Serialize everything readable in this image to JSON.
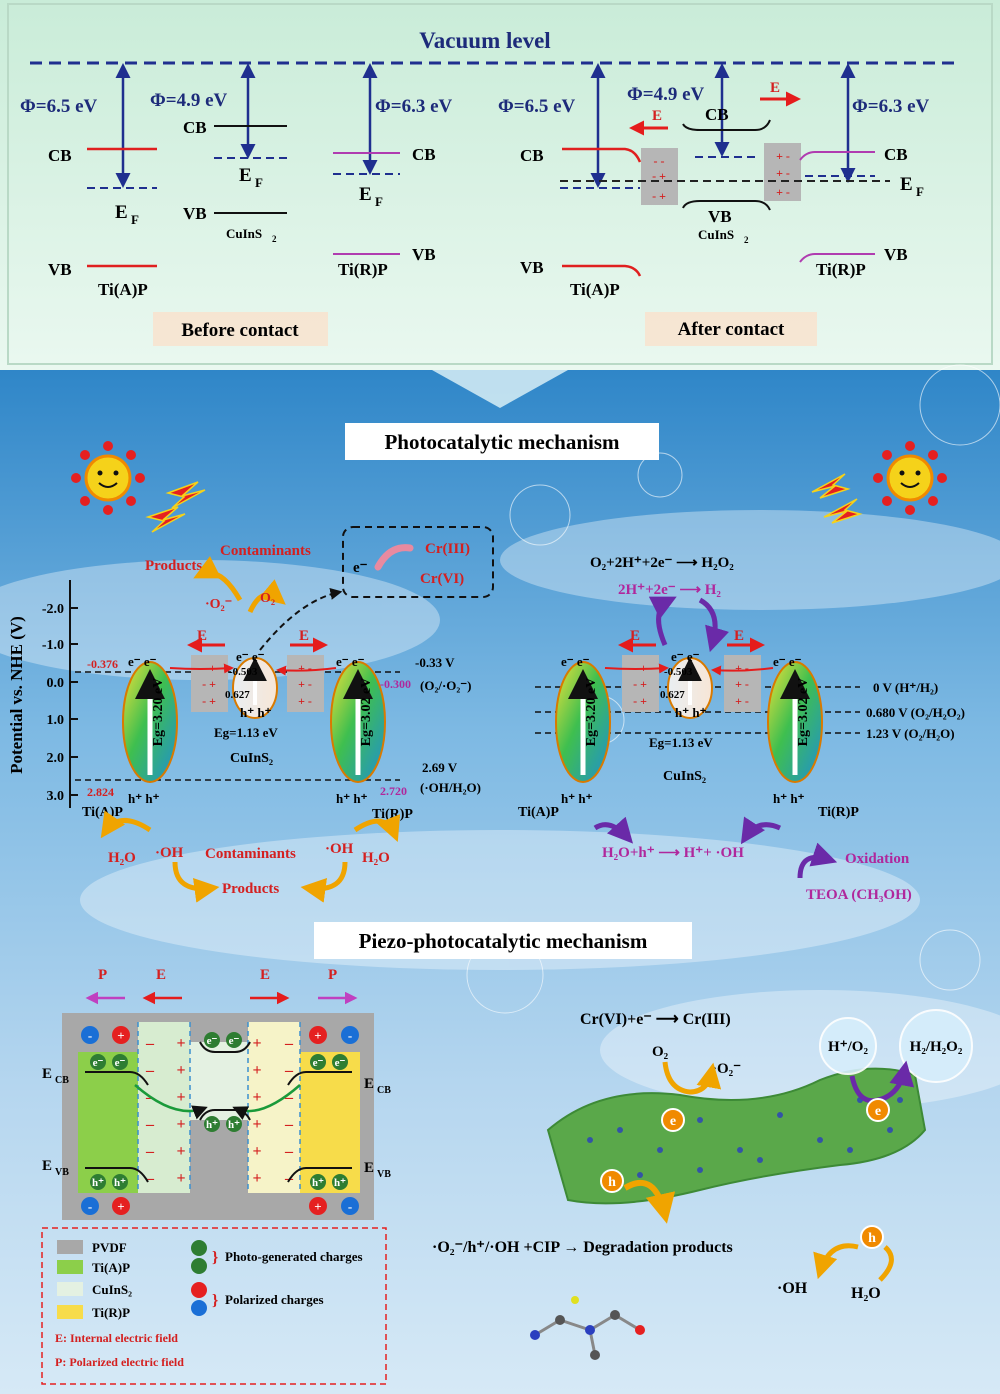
{
  "colors": {
    "top_panel_bg": "#dff5ea",
    "sky_top": "#2f86c8",
    "sky_bottom": "#cfe6f5",
    "vacuum_line": "#1f2f8f",
    "cb_line_ti_a": "#e01f1f",
    "cb_line_ti_r": "#b03cb0",
    "ef_line": "#1f2f8f",
    "arrow_red": "#e51c1c",
    "label_red": "#d42020",
    "label_magenta": "#b0279c",
    "pvdf": "#a8a8a8",
    "ti_a": "#8ccf4a",
    "cuins2": "#e4f1e2",
    "ti_r": "#f7dc4a"
  },
  "top": {
    "title": "Vacuum level",
    "before": {
      "phi_a": "Φ=6.5 eV",
      "phi_c": "Φ=4.9 eV",
      "phi_r": "Φ=6.3 eV",
      "cb_a": "CB",
      "cb_c": "CB",
      "cb_r": "CB",
      "vb_a": "VB",
      "vb_c": "VB",
      "vb_r": "VB",
      "ef_a": "E",
      "ef_c": "E",
      "ef_r": "E",
      "ef_sub": "F",
      "name_a": "Ti(A)P",
      "name_c": "CuInS",
      "name_c_sub": "2",
      "name_r": "Ti(R)P",
      "caption": "Before contact"
    },
    "after": {
      "phi_a": "Φ=6.5 eV",
      "phi_c": "Φ=4.9 eV",
      "phi_r": "Φ=6.3 eV",
      "cb_a": "CB",
      "cb_c": "CB",
      "cb_r": "CB",
      "vb_a": "VB",
      "vb_c": "VB",
      "vb_r": "VB",
      "ef": "E",
      "ef_sub": "F",
      "e_left": "E",
      "e_right": "E",
      "name_a": "Ti(A)P",
      "name_c": "CuInS",
      "name_c_sub": "2",
      "name_r": "Ti(R)P",
      "caption": "After contact"
    }
  },
  "photo": {
    "title": "Photocatalytic mechanism",
    "y_axis_label": "Potential vs. NHE (V)",
    "y_ticks": [
      "-2.0",
      "-1.0",
      "0.0",
      "1.0",
      "2.0",
      "3.0"
    ],
    "left": {
      "products_top": "Products",
      "contaminants_top": "Contaminants",
      "o2_radical": "·O₂⁻",
      "o2": "O₂",
      "electron": "e⁻",
      "cr3": "Cr(III)",
      "cr6": "Cr(VI)",
      "field_left": "E",
      "field_right": "E",
      "ti_a_cb": "-0.376",
      "ti_a_vb": "2.824",
      "c_cb": "-0.503",
      "c_vb": "0.627",
      "ti_r_cb": "-0.300",
      "ti_r_vb": "2.720",
      "eg_a": "Eg=3.20 eV",
      "eg_c": "Eg=1.13 eV",
      "eg_r": "Eg=3.02 eV",
      "ref1": "-0.33 V",
      "ref1b": "(O₂/·O₂⁻)",
      "ref2": "2.69 V",
      "ref2b": "(·OH/H₂O)",
      "ec": "e⁻  e⁻",
      "hc": "h⁺ h⁺",
      "name_a": "Ti(A)P",
      "name_c": "CuInS₂",
      "name_r": "Ti(R)P",
      "h2o_l": "H₂O",
      "oh_l": "·OH",
      "contaminants_bottom": "Contaminants",
      "oh_r": "·OH",
      "h2o_r": "H₂O",
      "products_bottom": "Products"
    },
    "right": {
      "eq1": "O₂+2H⁺+2e⁻ ⟶ H₂O₂",
      "eq2": "2H⁺+2e⁻ ⟶ H₂",
      "field_left": "E",
      "field_right": "E",
      "c_cb": "-0.503",
      "c_vb": "0.627",
      "eg_a": "Eg=3.20 eV",
      "eg_c": "Eg=1.13 eV",
      "eg_r": "Eg=3.02 eV",
      "ref1": "0 V  (H⁺/H₂)",
      "ref2": "0.680 V (O₂/H₂O₂)",
      "ref3": "1.23 V  (O₂/H₂O)",
      "ec": "e⁻  e⁻",
      "hc": "h⁺ h⁺",
      "name_a": "Ti(A)P",
      "name_c": "CuInS₂",
      "name_r": "Ti(R)P",
      "eq3": "H₂O+h⁺ ⟶ H⁺+ ·OH",
      "oxidation": "Oxidation",
      "teoa": "TEOA (CH₃OH)"
    }
  },
  "piezo": {
    "title": "Piezo-photocatalytic mechanism",
    "p_left": "P",
    "e_left": "E",
    "e_right": "E",
    "p_right": "P",
    "ecb_l": "E",
    "ecb_l_sub": "CB",
    "evb_l": "E",
    "evb_l_sub": "VB",
    "ecb_r": "E",
    "ecb_r_sub": "CB",
    "evb_r": "E",
    "evb_r_sub": "VB",
    "legend": {
      "pvdf": "PVDF",
      "ti_a": "Ti(A)P",
      "cuins2": "CuInS₂",
      "ti_r": "Ti(R)P",
      "photo_charges": "Photo-generated charges",
      "polarized_charges": "Polarized charges",
      "internal_field": "E:   Internal electric field",
      "polarized_field": "P:   Polarized electric field"
    },
    "right": {
      "cr_eq": "Cr(VI)+e⁻ ⟶ Cr(III)",
      "o2": "O₂",
      "o2_radical": "·O₂⁻",
      "h_o2": "H⁺/O₂",
      "h2_h2o2": "H₂/H₂O₂",
      "degradation": "·O₂⁻/h⁺/·OH +CIP → Degradation products",
      "oh": "·OH",
      "h2o": "H₂O",
      "e_badge": "e",
      "h_badge": "h"
    }
  }
}
